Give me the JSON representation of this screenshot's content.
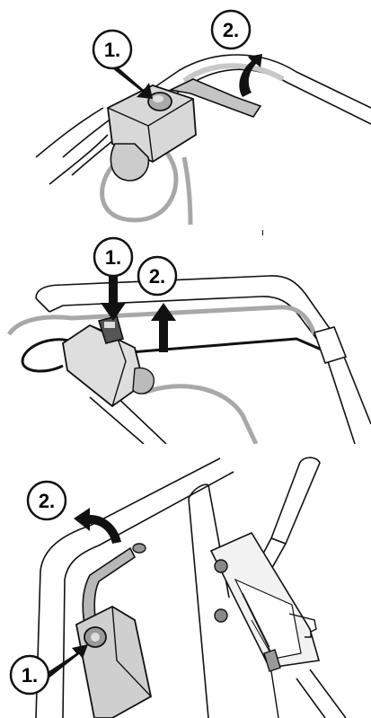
{
  "figure": {
    "panels": [
      {
        "id": "panel-1",
        "steps": [
          {
            "label": "1."
          },
          {
            "label": "2."
          }
        ]
      },
      {
        "id": "panel-2",
        "steps": [
          {
            "label": "1."
          },
          {
            "label": "2."
          }
        ]
      },
      {
        "id": "panel-3",
        "steps": [
          {
            "label": "2."
          },
          {
            "label": "1."
          }
        ]
      }
    ],
    "colors": {
      "line": "#111111",
      "cable_grey": "#a8a8a8",
      "part_grey": "#d2d2d2",
      "dark_part": "#555555"
    }
  }
}
